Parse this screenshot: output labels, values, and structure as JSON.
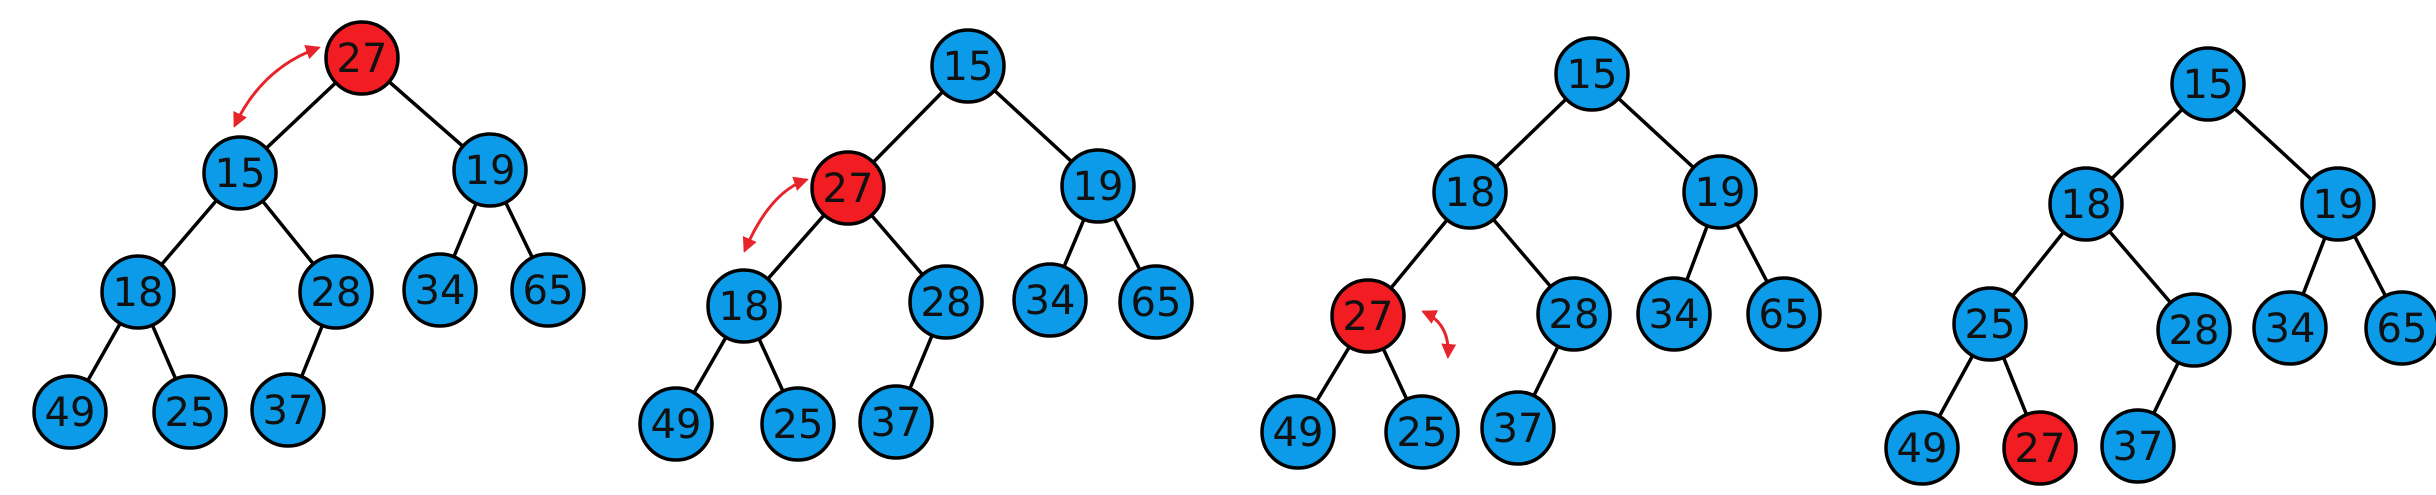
{
  "colors": {
    "node_fill": "#0C9BE8",
    "highlight_fill": "#F21D22",
    "edge": "#000000",
    "arrow": "#E8242B"
  },
  "diagrams": [
    {
      "nodes": [
        {
          "id": "a",
          "label": "27",
          "highlight": true
        },
        {
          "id": "b",
          "label": "15"
        },
        {
          "id": "c",
          "label": "19"
        },
        {
          "id": "d",
          "label": "18"
        },
        {
          "id": "e",
          "label": "28"
        },
        {
          "id": "f",
          "label": "34"
        },
        {
          "id": "g",
          "label": "65"
        },
        {
          "id": "h",
          "label": "49"
        },
        {
          "id": "i",
          "label": "25"
        },
        {
          "id": "j",
          "label": "37"
        }
      ],
      "edges": [
        [
          "a",
          "b"
        ],
        [
          "a",
          "c"
        ],
        [
          "b",
          "d"
        ],
        [
          "b",
          "e"
        ],
        [
          "c",
          "f"
        ],
        [
          "c",
          "g"
        ],
        [
          "d",
          "h"
        ],
        [
          "d",
          "i"
        ],
        [
          "e",
          "j"
        ]
      ],
      "swap_between": [
        "a",
        "b"
      ]
    },
    {
      "nodes": [
        {
          "id": "a",
          "label": "15"
        },
        {
          "id": "b",
          "label": "27",
          "highlight": true
        },
        {
          "id": "c",
          "label": "19"
        },
        {
          "id": "d",
          "label": "18"
        },
        {
          "id": "e",
          "label": "28"
        },
        {
          "id": "f",
          "label": "34"
        },
        {
          "id": "g",
          "label": "65"
        },
        {
          "id": "h",
          "label": "49"
        },
        {
          "id": "i",
          "label": "25"
        },
        {
          "id": "j",
          "label": "37"
        }
      ],
      "edges": [
        [
          "a",
          "b"
        ],
        [
          "a",
          "c"
        ],
        [
          "b",
          "d"
        ],
        [
          "b",
          "e"
        ],
        [
          "c",
          "f"
        ],
        [
          "c",
          "g"
        ],
        [
          "d",
          "h"
        ],
        [
          "d",
          "i"
        ],
        [
          "e",
          "j"
        ]
      ],
      "swap_between": [
        "b",
        "d"
      ]
    },
    {
      "nodes": [
        {
          "id": "a",
          "label": "15"
        },
        {
          "id": "b",
          "label": "18"
        },
        {
          "id": "c",
          "label": "19"
        },
        {
          "id": "d",
          "label": "27",
          "highlight": true
        },
        {
          "id": "e",
          "label": "28"
        },
        {
          "id": "f",
          "label": "34"
        },
        {
          "id": "g",
          "label": "65"
        },
        {
          "id": "h",
          "label": "49"
        },
        {
          "id": "i",
          "label": "25"
        },
        {
          "id": "j",
          "label": "37"
        }
      ],
      "edges": [
        [
          "a",
          "b"
        ],
        [
          "a",
          "c"
        ],
        [
          "b",
          "d"
        ],
        [
          "b",
          "e"
        ],
        [
          "c",
          "f"
        ],
        [
          "c",
          "g"
        ],
        [
          "d",
          "h"
        ],
        [
          "d",
          "i"
        ],
        [
          "e",
          "j"
        ]
      ],
      "swap_between": [
        "d",
        "i"
      ]
    },
    {
      "nodes": [
        {
          "id": "a",
          "label": "15"
        },
        {
          "id": "b",
          "label": "18"
        },
        {
          "id": "c",
          "label": "19"
        },
        {
          "id": "d",
          "label": "25"
        },
        {
          "id": "e",
          "label": "28"
        },
        {
          "id": "f",
          "label": "34"
        },
        {
          "id": "g",
          "label": "65"
        },
        {
          "id": "h",
          "label": "49"
        },
        {
          "id": "i",
          "label": "27",
          "highlight": true
        },
        {
          "id": "j",
          "label": "37"
        }
      ],
      "edges": [
        [
          "a",
          "b"
        ],
        [
          "a",
          "c"
        ],
        [
          "b",
          "d"
        ],
        [
          "b",
          "e"
        ],
        [
          "c",
          "f"
        ],
        [
          "c",
          "g"
        ],
        [
          "d",
          "h"
        ],
        [
          "d",
          "i"
        ],
        [
          "e",
          "j"
        ]
      ],
      "swap_between": null
    }
  ]
}
